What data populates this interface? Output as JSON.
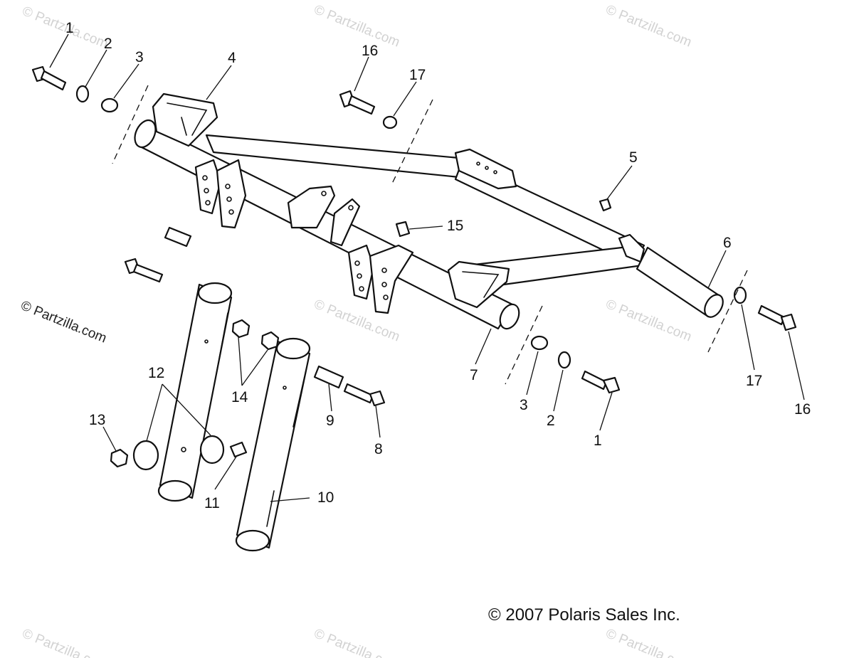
{
  "watermark": {
    "light": "© Partzilla.com",
    "dark": "© Partzilla.com"
  },
  "copyright": "© 2007 Polaris Sales Inc.",
  "callouts": [
    "1",
    "2",
    "3",
    "4",
    "16",
    "17",
    "5",
    "15",
    "6",
    "7",
    "3",
    "2",
    "1",
    "17",
    "16",
    "12",
    "13",
    "14",
    "9",
    "8",
    "11",
    "10"
  ]
}
